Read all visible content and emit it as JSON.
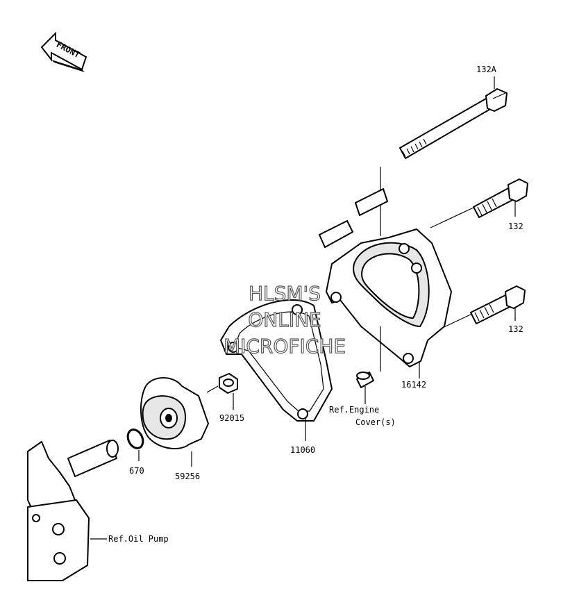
{
  "front_marker": "FRONT",
  "watermark": {
    "line1": "HLSM'S",
    "line2": "ONLINE",
    "line3": "MICROFICHE"
  },
  "labels": {
    "bolt_long": "132A",
    "bolt_upper": "132",
    "bolt_lower": "132",
    "cover": "16142",
    "engine_ref_line1": "Ref.Engine",
    "engine_ref_line2": "Cover(s)",
    "gasket": "11060",
    "washer": "92015",
    "impeller": "59256",
    "oring": "670",
    "oil_pump_ref": "Ref.Oil Pump"
  }
}
